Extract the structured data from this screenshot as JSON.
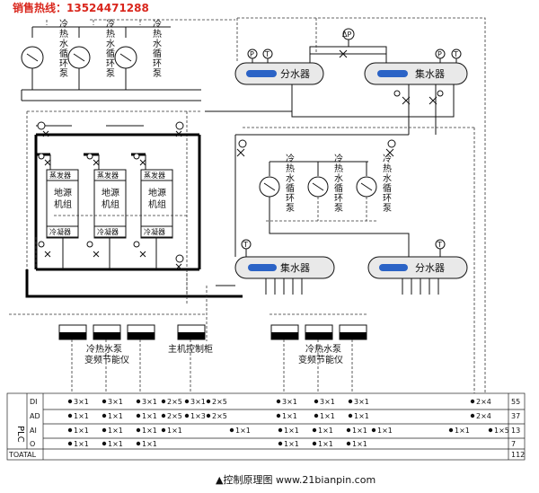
{
  "hotline": "销售热线：13524471288",
  "pump_label": "冷热水循环泵",
  "unit_label": "地源机组",
  "evaporator": "蒸发器",
  "condenser": "冷凝器",
  "manifold_supply": "分水器",
  "manifold_return": "集水器",
  "delta_p": "ΔP",
  "sensor_p": "P",
  "sensor_t": "T",
  "controller_left": "冷热水泵\n变频节能仪",
  "controller_mid": "主机控制柜",
  "controller_right": "冷热水泵\n变频节能仪",
  "caption": "▲控制原理图 www.21bianpin.com",
  "plc": {
    "title": "PLC",
    "total_label": "TOATAL",
    "rows": [
      {
        "name": "DI",
        "total": "55"
      },
      {
        "name": "AD",
        "total": "37"
      },
      {
        "name": "AI",
        "total": "13"
      },
      {
        "name": "O",
        "total": "7"
      }
    ],
    "grand_total": "112",
    "cells": [
      {
        "row": 0,
        "text": "3×1"
      },
      {
        "row": 0,
        "text": "3×1"
      },
      {
        "row": 0,
        "text": "3×1"
      },
      {
        "row": 0,
        "text": "2×5"
      },
      {
        "row": 0,
        "text": "3×1"
      },
      {
        "row": 0,
        "text": "2×5"
      },
      {
        "row": 0,
        "text": "3×1"
      },
      {
        "row": 0,
        "text": "3×1"
      },
      {
        "row": 0,
        "text": "3×1"
      },
      {
        "row": 0,
        "text": "2×4"
      },
      {
        "row": 1,
        "text": "1×1"
      },
      {
        "row": 1,
        "text": "1×1"
      },
      {
        "row": 1,
        "text": "1×1"
      },
      {
        "row": 1,
        "text": "2×5"
      },
      {
        "row": 1,
        "text": "1×3"
      },
      {
        "row": 1,
        "text": "2×5"
      },
      {
        "row": 1,
        "text": "1×1"
      },
      {
        "row": 1,
        "text": "1×1"
      },
      {
        "row": 1,
        "text": "1×1"
      },
      {
        "row": 1,
        "text": "2×4"
      },
      {
        "row": 2,
        "text": "1×1"
      },
      {
        "row": 2,
        "text": "1×1"
      },
      {
        "row": 2,
        "text": "1×1"
      },
      {
        "row": 2,
        "text": "1×1"
      },
      {
        "row": 2,
        "text": "1×1"
      },
      {
        "row": 2,
        "text": "1×1"
      },
      {
        "row": 2,
        "text": "1×1"
      },
      {
        "row": 2,
        "text": "1×1"
      },
      {
        "row": 2,
        "text": "1×1"
      },
      {
        "row": 2,
        "text": "1×1"
      },
      {
        "row": 2,
        "text": "1×5"
      },
      {
        "row": 3,
        "text": "1×1"
      },
      {
        "row": 3,
        "text": "1×1"
      },
      {
        "row": 3,
        "text": "1×1"
      },
      {
        "row": 3,
        "text": "1×1"
      },
      {
        "row": 3,
        "text": "1×1"
      },
      {
        "row": 3,
        "text": "1×1"
      }
    ]
  }
}
